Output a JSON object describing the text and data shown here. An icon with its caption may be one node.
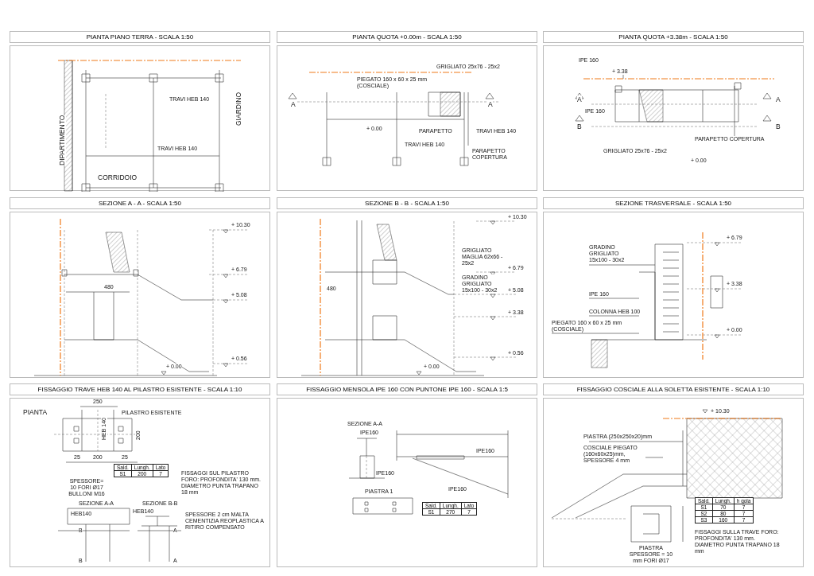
{
  "diagram": {
    "nodes": [
      {
        "text": [
          "PIANTA PIANO TERRA  -  SCALA 1:50"
        ]
      },
      {
        "text": [
          "PIANTA QUOTA +0.00m  -  SCALA 1:50"
        ]
      },
      {
        "text": [
          "PIANTA QUOTA +3.38m  -  SCALA 1:50"
        ]
      },
      {
        "text": [
          "SEZIONE A - A  -  SCALA 1:50"
        ]
      },
      {
        "text": [
          "SEZIONE B - B  -  SCALA 1:50"
        ]
      },
      {
        "text": [
          "SEZIONE TRASVERSALE  -  SCALA 1:50"
        ]
      },
      {
        "text": [
          "FISSAGGIO TRAVE HEB 140 AL PILASTRO ESISTENTE  -  SCALA 1:10"
        ]
      },
      {
        "text": [
          "FISSAGGIO MENSOLA IPE 160 CON PUNTONE IPE 160  -  SCALA 1:5"
        ]
      },
      {
        "text": [
          "FISSAGGIO COSCIALE ALLA SOLETTA ESISTENTE  -  SCALA 1:10"
        ]
      }
    ],
    "labels": [
      "DIPARTIMENTO",
      "GIARDINO",
      "TRAVI HEB 140",
      "TRAVI HEB 140",
      "CORRIDOIO",
      "PIEGATO 160 x 60 x 25 mm (COSCIALE)",
      "GRIGLIATO 25x76 - 25x2",
      "A",
      "A",
      "+ 0.00",
      "PARAPETTO",
      "TRAVI HEB 140",
      "TRAVI HEB 140",
      "PARAPETTO COPERTURA",
      "IPE 160",
      "+ 3.38",
      "A",
      "A",
      "IPE 160",
      "B",
      "B",
      "PARAPETTO COPERTURA",
      "GRIGLIATO 25x76 - 25x2",
      "+ 0.00",
      "+ 10.30",
      "+ 6.79",
      "480",
      "+ 5.08",
      "+ 0.56",
      "+ 0.00",
      "+ 10.30",
      "GRIGLIATO MAGLIA 62x66 - 25x2",
      "+ 6.79",
      "GRADINO GRIGLIATO 15x100 - 30x2",
      "480",
      "+ 5.08",
      "+ 3.38",
      "+ 0.56",
      "+ 0.00",
      "GRADINO GRIGLIATO 15x100 - 30x2",
      "+ 6.79",
      "IPE 160",
      "+ 3.38",
      "COLONNA HEB 100",
      "PIEGATO 160 x 60 x 25 mm (COSCIALE)",
      "+ 0.00",
      "PIANTA",
      "250",
      "PILASTRO ESISTENTE",
      "HEB 140",
      "200",
      "25",
      "200",
      "25",
      "Sald.",
      "Lungh.",
      "Lato",
      "S1",
      "200",
      "7",
      "SPESSORE= 10 FORI Ø17 BULLONI M16",
      "FISSAGGI SUL PILASTRO FORO: PROFONDITA' 130 mm. DIAMETRO PUNTA TRAPANO 18 mm",
      "SEZIONE A-A",
      "SEZIONE B-B",
      "HEB140",
      "HEB140",
      "B",
      "A",
      "SPESSORE 2 cm MALTA CEMENTIZIA REOPLASTICA A RITIRO COMPENSATO",
      "B",
      "A",
      "SEZIONE A-A",
      "IPE160",
      "IPE160",
      "IPE160",
      "IPE160",
      "PIASTRA 1",
      "Sald.",
      "Lungh.",
      "Lato",
      "S1",
      "270",
      "7",
      "+ 10.30",
      "PIASTRA (250x250x20)mm",
      "COSCIALE PIEGATO (160x60x25)mm, SPESSORE 4 mm",
      "Sald.",
      "Lungh.",
      "h gola",
      "S1",
      "70",
      "7",
      "S2",
      "80",
      "7",
      "S3",
      "160",
      "7",
      "FISSAGGI SULLA TRAVE FORO: PROFONDITA' 130 mm. DIAMETRO PUNTA TRAPANO 18 mm",
      "PIASTRA SPESSORE = 10 mm FORI Ø17"
    ]
  }
}
